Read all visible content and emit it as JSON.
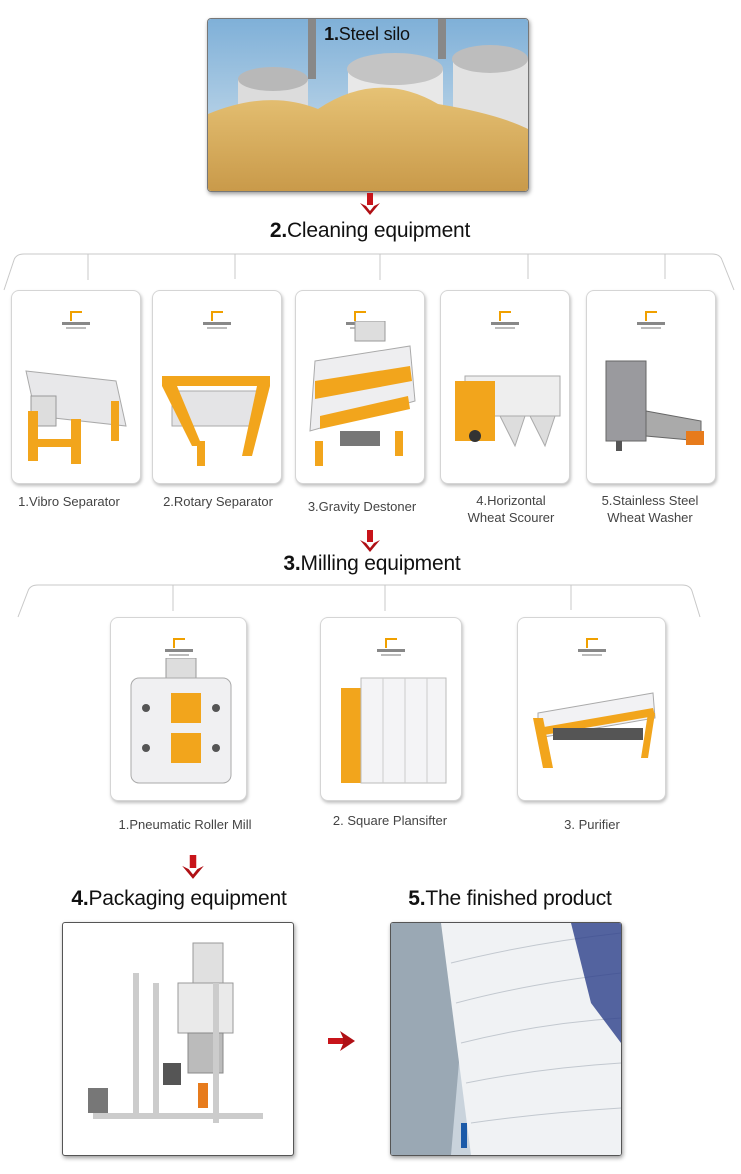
{
  "steps": {
    "silo": {
      "num": "1.",
      "title": "Steel silo"
    },
    "cleaning": {
      "num": "2.",
      "title": "Cleaning equipment",
      "items": [
        {
          "label": "1.Vibro Separator"
        },
        {
          "label": "2.Rotary Separator"
        },
        {
          "label": "3.Gravity Destoner"
        },
        {
          "label_line1": "4.Horizontal",
          "label_line2": "Wheat Scourer"
        },
        {
          "label_line1": "5.Stainless Steel",
          "label_line2": "Wheat Washer"
        }
      ]
    },
    "milling": {
      "num": "3.",
      "title": "Milling equipment",
      "items": [
        {
          "label": "1.Pneumatic Roller Mill"
        },
        {
          "label": "2. Square Plansifter"
        },
        {
          "label": "3. Purifier"
        }
      ]
    },
    "packaging": {
      "num": "4.",
      "title": "Packaging equipment"
    },
    "product": {
      "num": "5.",
      "title": "The finished product"
    }
  },
  "colors": {
    "arrow": "#c8141a",
    "machine_accent": "#f2a51c",
    "bracket": "#c8c8c8"
  }
}
